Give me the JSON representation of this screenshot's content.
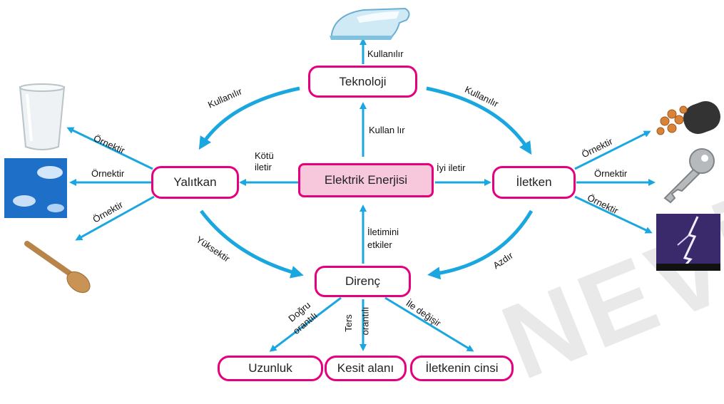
{
  "nodes": {
    "teknoloji": "Teknoloji",
    "elektrik": "Elektrik Enerjisi",
    "yalitkan": "Yalıtkan",
    "iletken": "İletken",
    "direnc": "Direnç",
    "uzunluk": "Uzunluk",
    "kesit": "Kesit alanı",
    "cinsi": "İletkenin cinsi"
  },
  "edges": {
    "tek_top": "Kullanılır",
    "tek_left": "Kullanılır",
    "tek_right": "Kullanılır",
    "center_up": "Kullan lır",
    "kotu1": "Kötü",
    "kotu2": "iletir",
    "iyi": "İyi iletir",
    "ornek": "Örnektir",
    "iletimini1": "İletimini",
    "iletimini2": "etkiler",
    "yuksektir": "Yüksektir",
    "azdir": "Azdır",
    "dogru1": "Doğru",
    "dogru2": "orantılı",
    "ters1": "Ters",
    "ters2": "orantılı",
    "ile": "İle değişir"
  },
  "watermark": "NEVİ",
  "colors": {
    "arrow": "#1aa7e0",
    "border": "#e6007e",
    "center_fill": "#f7c8dc"
  },
  "icons": [
    "iron-icon",
    "cup-icon",
    "sky-icon",
    "spoon-icon",
    "cable-icon",
    "key-icon",
    "lightning-icon"
  ]
}
